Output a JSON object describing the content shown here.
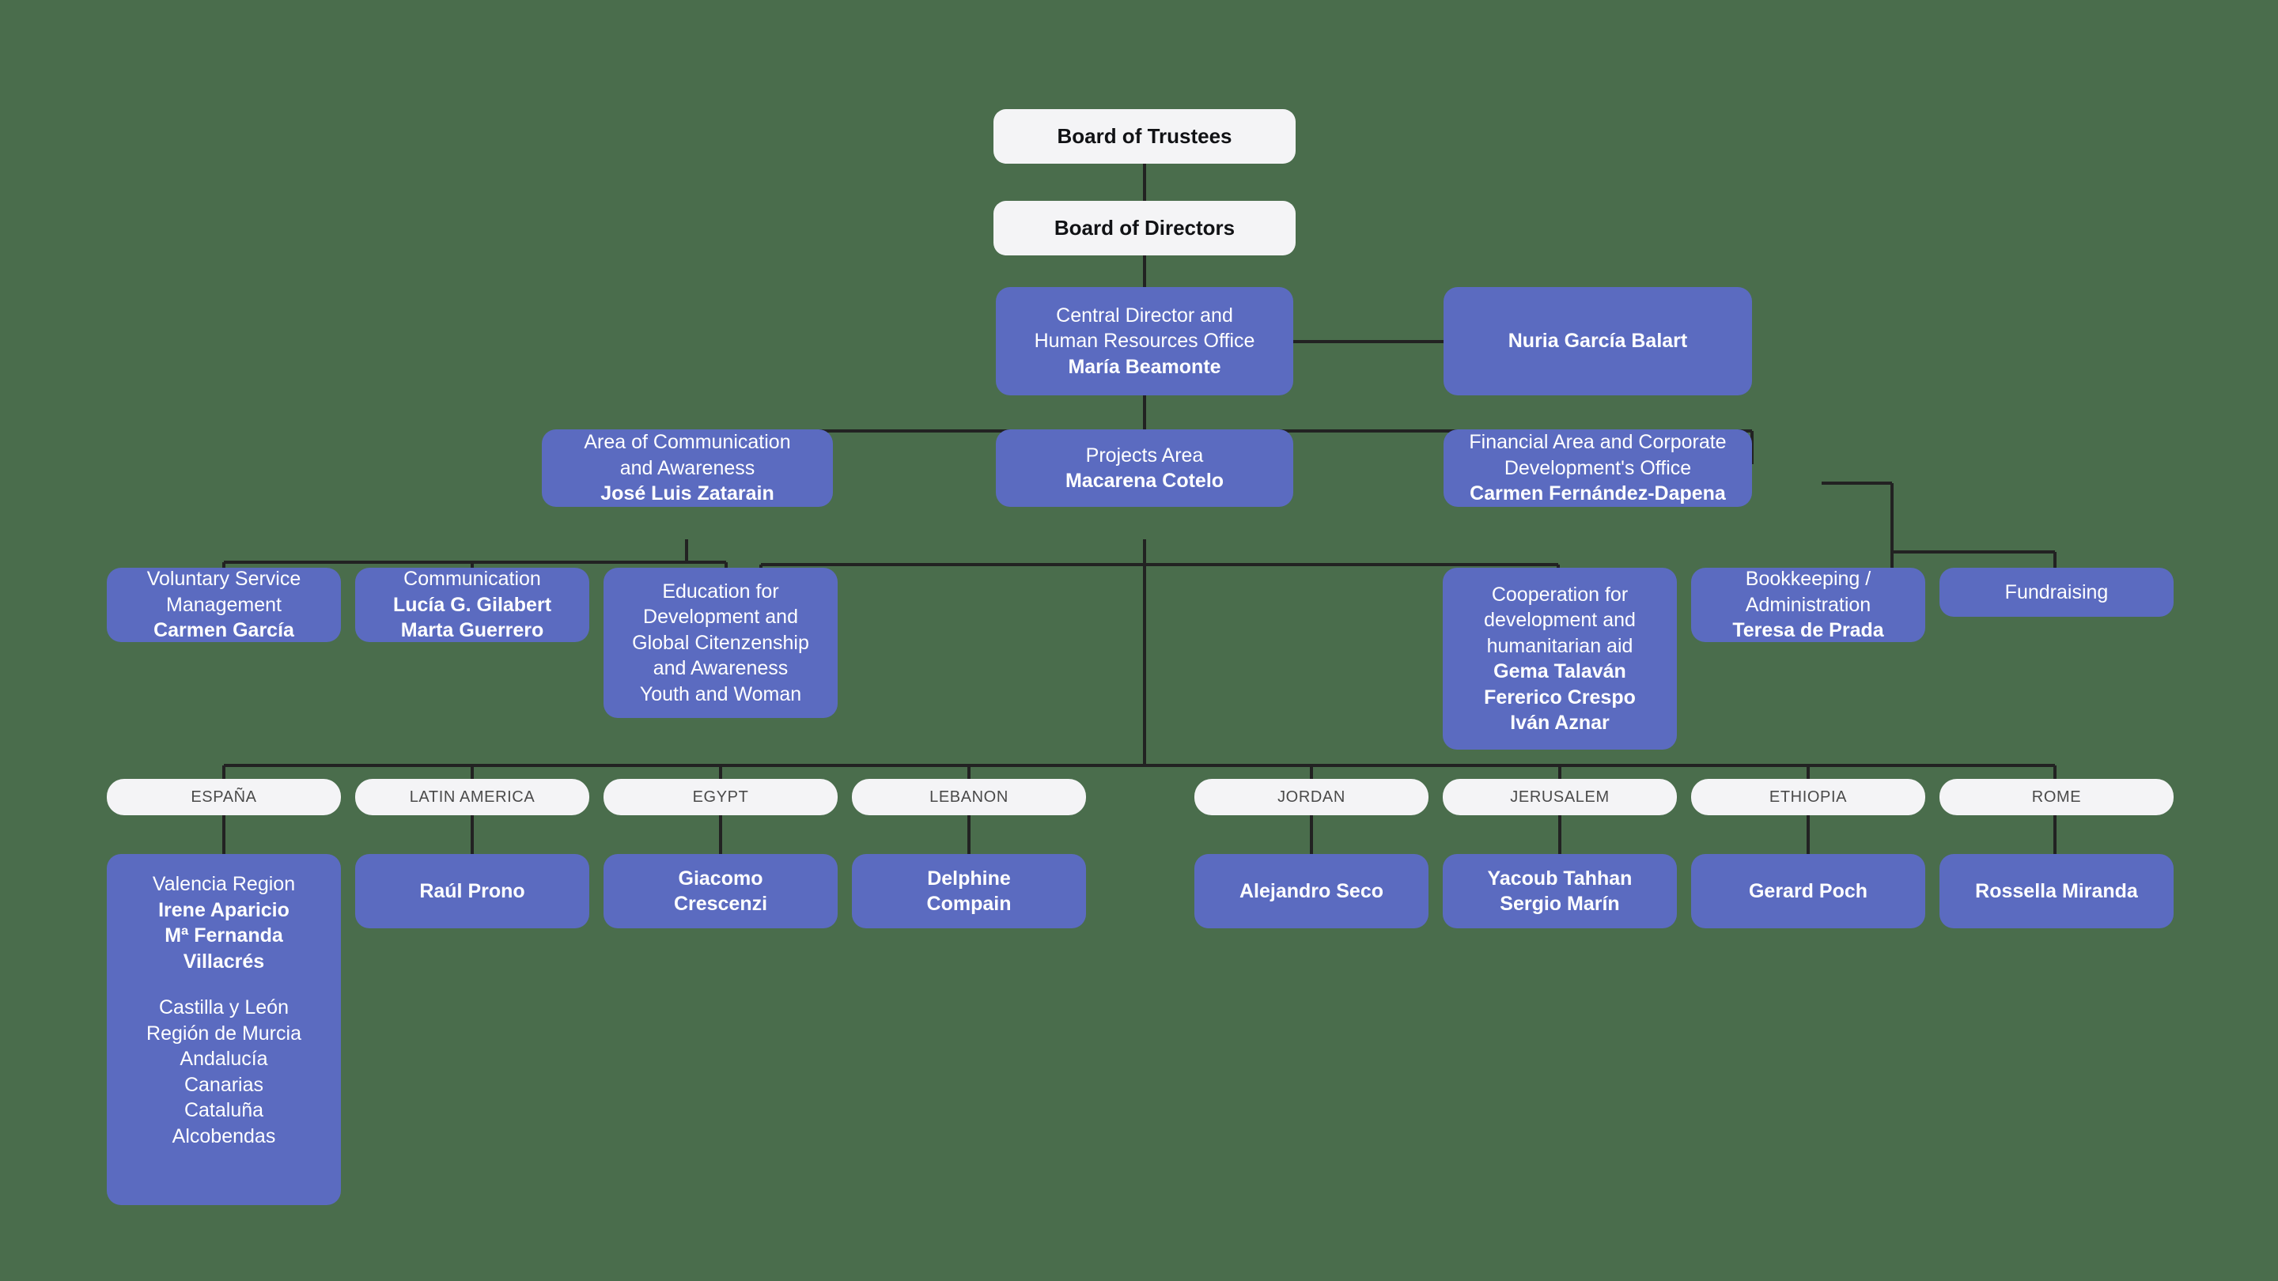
{
  "chart_data": {
    "type": "diagram",
    "title": "Organizational Chart",
    "colors": {
      "background": "#4a6d4c",
      "node_blue": "#5b6bc0",
      "node_light": "#f4f4f6",
      "connector": "#222222",
      "text_on_blue": "#ffffff",
      "text_on_light": "#111215",
      "pill_text": "#4a4a4a"
    }
  },
  "nodes": {
    "board_of_trustees": {
      "lines": [
        {
          "text": "Board of Trustees",
          "bold": true
        }
      ]
    },
    "board_of_directors": {
      "lines": [
        {
          "text": "Board of Directors",
          "bold": true
        }
      ]
    },
    "central_director": {
      "lines": [
        {
          "text": "Central Director and",
          "bold": false
        },
        {
          "text": "Human Resources Office",
          "bold": false
        },
        {
          "text": "María Beamonte",
          "bold": true
        }
      ]
    },
    "nuria": {
      "lines": [
        {
          "text": "Nuria García Balart",
          "bold": true
        }
      ]
    },
    "area_communication": {
      "lines": [
        {
          "text": "Area of Communication",
          "bold": false
        },
        {
          "text": "and Awareness",
          "bold": false
        },
        {
          "text": "José Luis Zatarain",
          "bold": true
        }
      ]
    },
    "projects_area": {
      "lines": [
        {
          "text": "Projects Area",
          "bold": false
        },
        {
          "text": "Macarena Cotelo",
          "bold": true
        }
      ]
    },
    "financial_area": {
      "lines": [
        {
          "text": "Financial Area and Corporate",
          "bold": false
        },
        {
          "text": "Development's Office",
          "bold": false
        },
        {
          "text": "Carmen Fernández-Dapena",
          "bold": true
        }
      ]
    },
    "voluntary_service": {
      "lines": [
        {
          "text": "Voluntary Service",
          "bold": false
        },
        {
          "text": "Management",
          "bold": false
        },
        {
          "text": "Carmen García",
          "bold": true
        }
      ]
    },
    "communication": {
      "lines": [
        {
          "text": "Communication",
          "bold": false
        },
        {
          "text": "Lucía G. Gilabert",
          "bold": true
        },
        {
          "text": "Marta Guerrero",
          "bold": true
        }
      ]
    },
    "education_development": {
      "lines": [
        {
          "text": "Education for",
          "bold": false
        },
        {
          "text": "Development and",
          "bold": false
        },
        {
          "text": "Global Citenzenship",
          "bold": false
        },
        {
          "text": "and Awareness",
          "bold": false
        },
        {
          "text": "Youth and Woman",
          "bold": false
        }
      ]
    },
    "cooperation": {
      "lines": [
        {
          "text": "Cooperation for",
          "bold": false
        },
        {
          "text": "development and",
          "bold": false
        },
        {
          "text": "humanitarian aid",
          "bold": false
        },
        {
          "text": "Gema Talaván",
          "bold": true
        },
        {
          "text": "Fererico Crespo",
          "bold": true
        },
        {
          "text": "Iván Aznar",
          "bold": true
        }
      ]
    },
    "bookkeeping": {
      "lines": [
        {
          "text": "Bookkeeping /",
          "bold": false
        },
        {
          "text": "Administration",
          "bold": false
        },
        {
          "text": "Teresa de Prada",
          "bold": true
        }
      ]
    },
    "fundraising": {
      "lines": [
        {
          "text": "Fundraising",
          "bold": false
        }
      ]
    },
    "pill_espana": {
      "lines": [
        {
          "text": "ESPAÑA",
          "bold": false
        }
      ]
    },
    "pill_latin_america": {
      "lines": [
        {
          "text": "LATIN AMERICA",
          "bold": false
        }
      ]
    },
    "pill_egypt": {
      "lines": [
        {
          "text": "EGYPT",
          "bold": false
        }
      ]
    },
    "pill_lebanon": {
      "lines": [
        {
          "text": "LEBANON",
          "bold": false
        }
      ]
    },
    "pill_jordan": {
      "lines": [
        {
          "text": "JORDAN",
          "bold": false
        }
      ]
    },
    "pill_jerusalem": {
      "lines": [
        {
          "text": "JERUSALEM",
          "bold": false
        }
      ]
    },
    "pill_ethiopia": {
      "lines": [
        {
          "text": "ETHIOPIA",
          "bold": false
        }
      ]
    },
    "pill_rome": {
      "lines": [
        {
          "text": "ROME",
          "bold": false
        }
      ]
    },
    "espana_detail": {
      "lines": [
        {
          "text": "Valencia Region",
          "bold": false
        },
        {
          "text": "Irene Aparicio",
          "bold": true
        },
        {
          "text": "Mª Fernanda",
          "bold": true
        },
        {
          "text": "Villacrés",
          "bold": true
        },
        {
          "text": "",
          "bold": false,
          "spacer": true
        },
        {
          "text": "Castilla y León",
          "bold": false
        },
        {
          "text": "Región de Murcia",
          "bold": false
        },
        {
          "text": "Andalucía",
          "bold": false
        },
        {
          "text": "Canarias",
          "bold": false
        },
        {
          "text": "Cataluña",
          "bold": false
        },
        {
          "text": "Alcobendas",
          "bold": false
        }
      ]
    },
    "raul_prono": {
      "lines": [
        {
          "text": "Raúl Prono",
          "bold": true
        }
      ]
    },
    "giacomo": {
      "lines": [
        {
          "text": "Giacomo",
          "bold": true
        },
        {
          "text": "Crescenzi",
          "bold": true
        }
      ]
    },
    "delphine": {
      "lines": [
        {
          "text": "Delphine",
          "bold": true
        },
        {
          "text": "Compain",
          "bold": true
        }
      ]
    },
    "alejandro_seco": {
      "lines": [
        {
          "text": "Alejandro Seco",
          "bold": true
        }
      ]
    },
    "yacoub": {
      "lines": [
        {
          "text": "Yacoub Tahhan",
          "bold": true
        },
        {
          "text": "Sergio Marín",
          "bold": true
        }
      ]
    },
    "gerard_poch": {
      "lines": [
        {
          "text": "Gerard Poch",
          "bold": true
        }
      ]
    },
    "rossella": {
      "lines": [
        {
          "text": "Rossella Miranda",
          "bold": true
        }
      ]
    }
  }
}
